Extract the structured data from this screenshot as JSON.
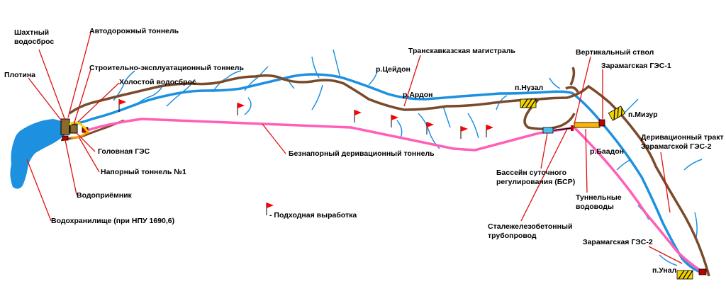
{
  "colors": {
    "river": "#1e90e0",
    "road": "#7a4a2a",
    "tunnel": "#ff5fb8",
    "leader": "#e01010",
    "flag": "#ff0000",
    "building": "#8b6a2e",
    "settlement": "#f2d400",
    "pipe": "#ffb400"
  },
  "labels": {
    "shakhtny": [
      "Шахтный",
      "водосброс"
    ],
    "avtodorozhny": "Автодорожный тоннель",
    "plotina": "Плотина",
    "stroitelny": "Строительно-эксплуатационный тоннель",
    "kholostoy": "Холостой водосброс",
    "golovnaya": "Головная ГЭС",
    "napornyi": "Напорный тоннель №1",
    "vodopriemnik": "Водоприёмник",
    "vodokhranilishche": "Водохранилище (при НПУ 1690,6)",
    "podkhodnaya": "- Подходная выработка",
    "beznapornyi": "Безнапорный деривационный тоннель",
    "transkavkaz": "Транскавказская магистраль",
    "tseydon": "р.Цейдон",
    "ardon": "р.Ардон",
    "nuzal": "п.Нузал",
    "vertikalny": "Вертикальный ствол",
    "zgesh1": "Зарамагская ГЭС-1",
    "mizur": "п.Мизур",
    "derivatsionny_trakt": [
      "Деривационный тракт",
      "Зарамагской ГЭС-2"
    ],
    "baadon": "р.Баадон",
    "bsr": [
      "Бассейн суточного",
      "регулирования (БСР)"
    ],
    "tunnelnye": [
      "Туннельные",
      "водоводы"
    ],
    "stalezhelezo": [
      "Сталежелезобетонный",
      "трубопровод"
    ],
    "zgesh2": "Зарамагская ГЭС-2",
    "unal": "п.Унал"
  }
}
